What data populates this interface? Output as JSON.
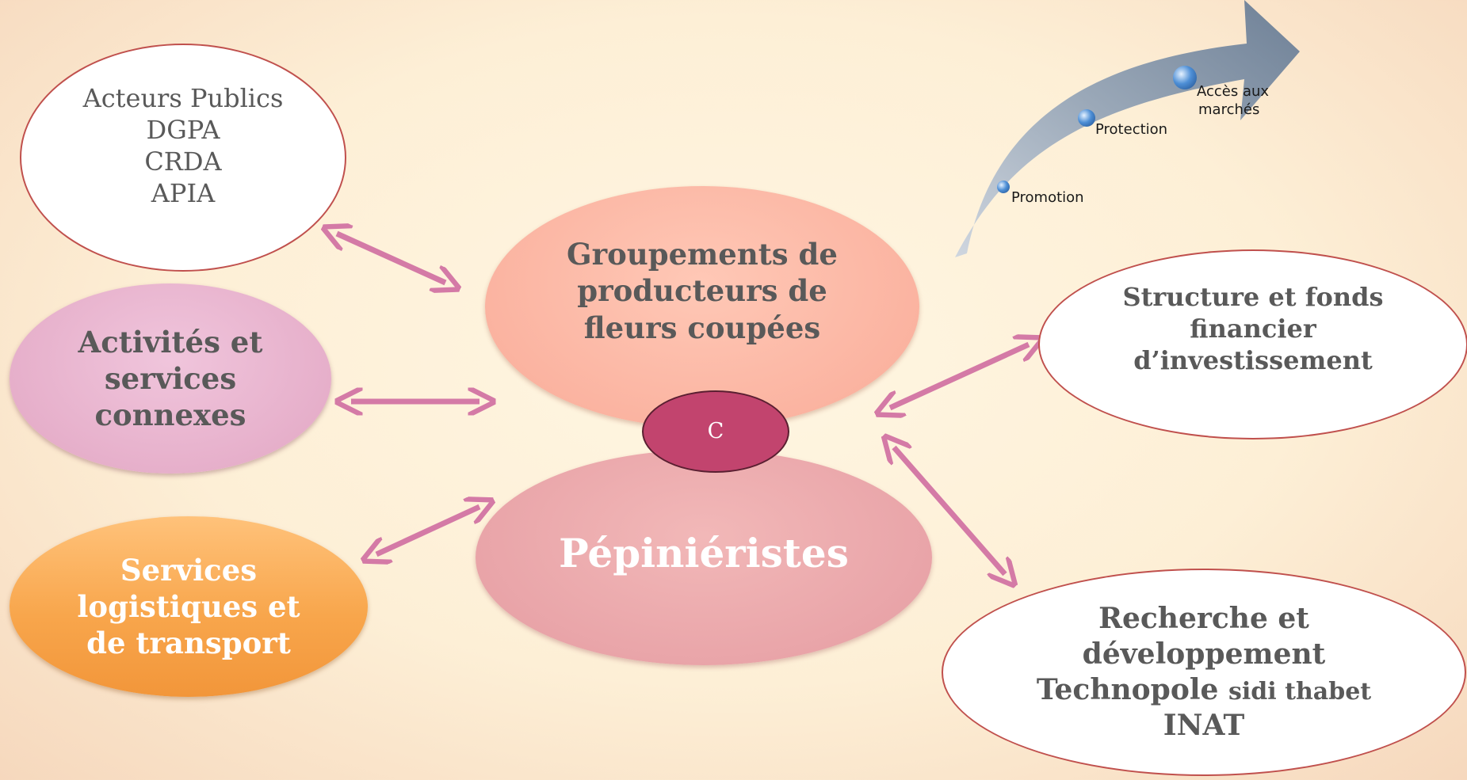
{
  "nodes": {
    "public": [
      "Acteurs Publics",
      "DGPA",
      "CRDA",
      "APIA"
    ],
    "activites": [
      "Activités et",
      "services",
      "connexes"
    ],
    "transport": [
      "Services",
      "logistiques et",
      "de transport"
    ],
    "groupements": [
      "Groupements de",
      "producteurs de",
      "fleurs coupées"
    ],
    "pepinieristes": "Pépiniéristes",
    "center": "C",
    "structure": [
      "Structure et fonds",
      "financier",
      "d’investissement"
    ],
    "recherche": {
      "line1": "Recherche et",
      "line2": "développement",
      "line3a": "Technopole",
      "line3b": "sidi thabet",
      "line4": "INAT"
    }
  },
  "growth_arrow": {
    "steps": [
      "Promotion",
      "Protection",
      "Accès aux",
      "marchés"
    ]
  },
  "colors": {
    "connector": "#d47aa6",
    "node_border": "#c0504d",
    "text": "#595959",
    "center_node": "#c2446e",
    "transport_node": "#f8a64c"
  }
}
